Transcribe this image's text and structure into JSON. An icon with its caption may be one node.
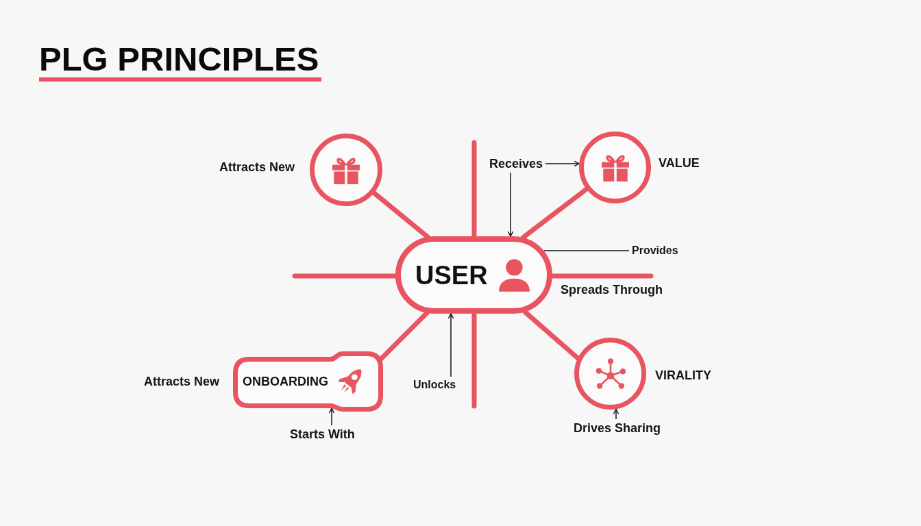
{
  "diagram": {
    "title": "PLG PRINCIPLES",
    "nodes": [
      {
        "text": [],
        "shape": "circle",
        "beside": [
          "Attracts New"
        ]
      },
      {
        "text": [
          "Receives"
        ]
      },
      {
        "text": [],
        "shape": "circle",
        "beside": [
          "VALUE"
        ]
      },
      {
        "text": [
          "USER"
        ]
      },
      {
        "text": [
          "Provides"
        ]
      },
      {
        "text": [
          "ONBOARDING"
        ],
        "beside": [
          "Attracts New"
        ]
      },
      {
        "text": [
          "Unlocks"
        ]
      },
      {
        "text": [],
        "shape": "circle",
        "beside": [
          "VIRALITY"
        ]
      },
      {
        "text": [
          "Starts With"
        ]
      },
      {
        "text": [
          "Drives Sharing"
        ]
      }
    ],
    "edges": [
      {
        "from": 3,
        "to": 0,
        "arrow": "none"
      },
      {
        "from": 3,
        "to": 2,
        "arrow": "none"
      },
      {
        "from": 3,
        "to": 5,
        "arrow": "none"
      },
      {
        "from": 3,
        "to": 7,
        "arrow": "none"
      },
      {
        "from": 3,
        "to": null,
        "arrow": "none"
      },
      {
        "from": 3,
        "to": null,
        "arrow": "none"
      },
      {
        "from": 3,
        "to": null,
        "arrow": "none"
      },
      {
        "from": 3,
        "to": null,
        "arrow": "none"
      },
      {
        "from": 1,
        "to": 3,
        "arrow": "to",
        "color": "#141414"
      },
      {
        "from": 1,
        "to": 2,
        "arrow": "to",
        "color": "#141414"
      },
      {
        "from": 4,
        "to": 3,
        "arrow": "none",
        "color": "#141414"
      },
      {
        "from": 6,
        "to": 3,
        "arrow": "to",
        "color": "#141414"
      },
      {
        "from": 8,
        "to": 5,
        "arrow": "to",
        "color": "#141414"
      },
      {
        "from": 9,
        "to": 7,
        "arrow": "to",
        "color": "#141414"
      }
    ],
    "labels": [
      "Spreads Through"
    ]
  }
}
